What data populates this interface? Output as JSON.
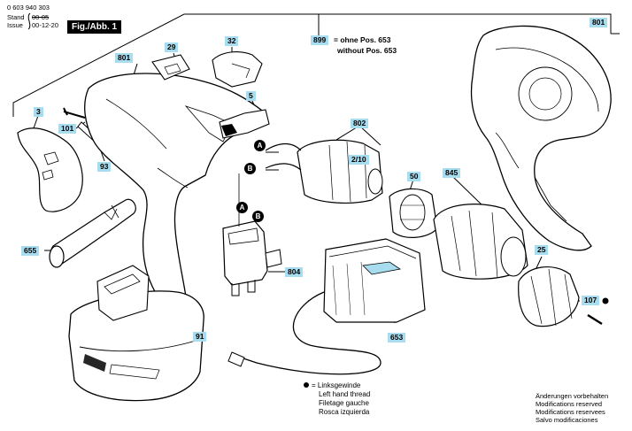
{
  "header": {
    "part_number": "0 603 940 303",
    "stand_label": "Stand",
    "stand_value": "00-05",
    "issue_label": "Issue",
    "issue_value": "00-12-20",
    "figure_label": "Fig./Abb. 1"
  },
  "parts": [
    "801",
    "29",
    "32",
    "3",
    "101",
    "93",
    "5",
    "802",
    "2/10",
    "50",
    "845",
    "655",
    "804",
    "91",
    "653",
    "25",
    "107",
    "801"
  ],
  "note": {
    "code": "899",
    "line1": "= ohne Pos. 653",
    "line2": "without Pos. 653"
  },
  "markers": [
    "A",
    "B",
    "A",
    "B"
  ],
  "legend": {
    "line1": "= Linksgewinde",
    "line2": "Left hand thread",
    "line3": "Filetage gauche",
    "line4": "Rosca izquierda"
  },
  "footer": {
    "line1": "Änderungen vorbehalten",
    "line2": "Modifications reserved",
    "line3": "Modifications reservees",
    "line4": "Salvo modificaciones"
  }
}
